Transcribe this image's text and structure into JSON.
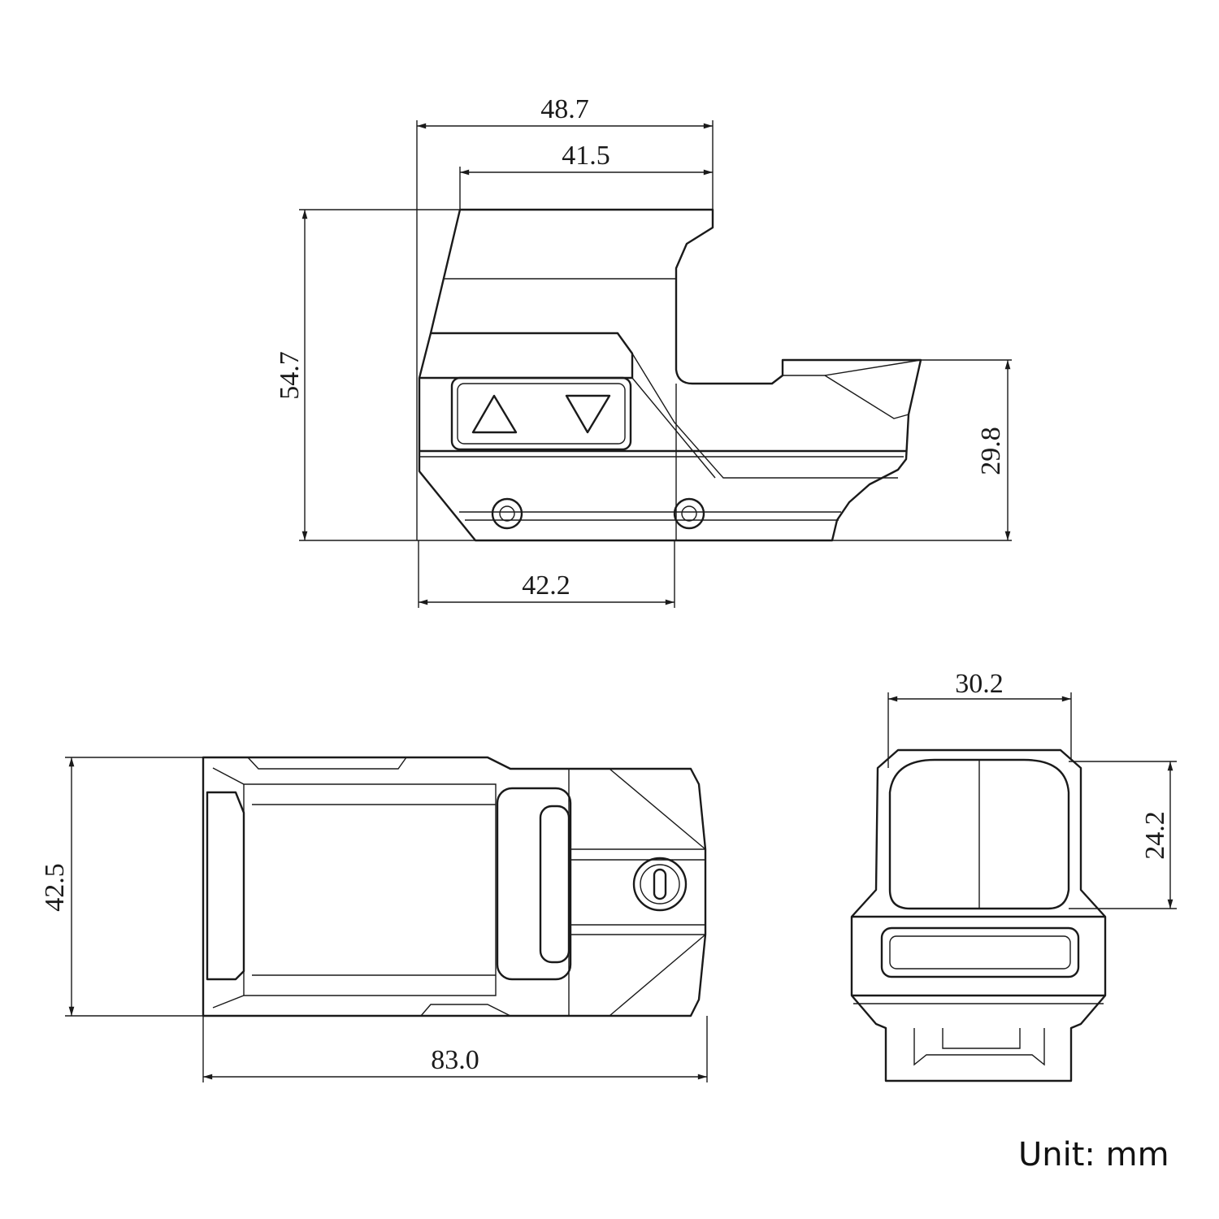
{
  "side_view": {
    "dim_overall_length": "48.7",
    "dim_top_length": "41.5",
    "dim_height": "54.7",
    "dim_window_height": "29.8",
    "dim_mount_length": "42.2",
    "buttons": [
      "up-arrow-icon",
      "down-arrow-icon"
    ]
  },
  "bottom_view": {
    "dim_width": "42.5",
    "dim_length": "83.0"
  },
  "front_view": {
    "dim_window_width": "30.2",
    "dim_window_height": "24.2"
  },
  "unit_label": "Unit: mm"
}
